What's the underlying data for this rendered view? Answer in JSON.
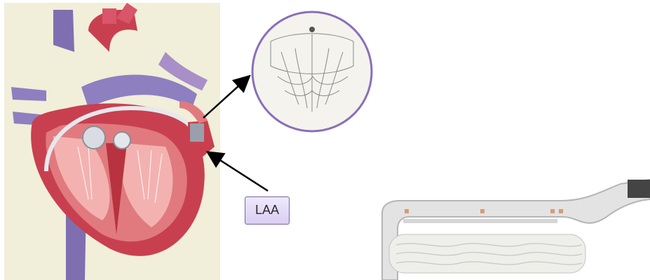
{
  "figure": {
    "label_laa": "LAA",
    "colors": {
      "heart_background": "#f1eed9",
      "myocardium": "#c8404f",
      "vessel_blue": "#7f6fb0",
      "inset_border": "#8a6fb8",
      "label_fill": "#e3d9f7",
      "label_border": "#7a64a6",
      "arrow": "#000000"
    },
    "icons": {
      "heart": "heart-illustration",
      "occluder": "laa-occluder-device",
      "clamp": "laa-clip-device"
    }
  }
}
